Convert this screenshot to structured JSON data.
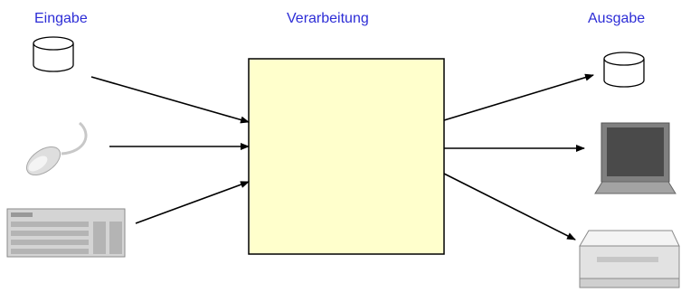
{
  "labels": {
    "input": "Eingabe",
    "process": "Verarbeitung",
    "output": "Ausgabe"
  },
  "colors": {
    "label_text": "#2d2dd6",
    "process_fill": "#ffffcc",
    "line": "#000000"
  },
  "icons": {
    "input": [
      "database-icon",
      "mouse-icon",
      "keyboard-icon"
    ],
    "output": [
      "database-icon",
      "laptop-icon",
      "printer-icon"
    ]
  }
}
